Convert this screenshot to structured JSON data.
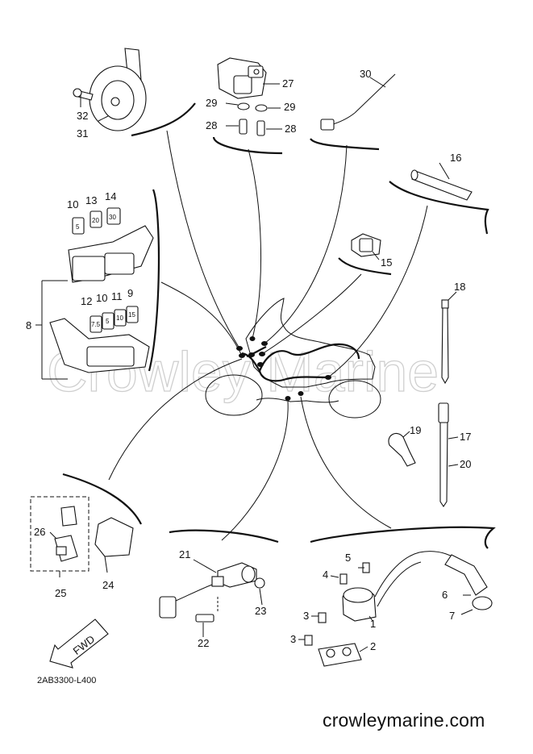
{
  "watermark": "Crowley Marine",
  "diagram_code": "2AB3300-L400",
  "site_footer": "crowleymarine.com",
  "fwd_label": "FWD",
  "callouts": {
    "c1": "1",
    "c2": "2",
    "c3a": "3",
    "c3b": "3",
    "c4": "4",
    "c5": "5",
    "c6": "6",
    "c7": "7",
    "c8": "8",
    "c9": "9",
    "c10a": "10",
    "c10b": "10",
    "c11": "11",
    "c12": "12",
    "c13": "13",
    "c14": "14",
    "c15": "15",
    "c16": "16",
    "c17": "17",
    "c18": "18",
    "c19": "19",
    "c20": "20",
    "c21": "21",
    "c22": "22",
    "c23": "23",
    "c24": "24",
    "c25": "25",
    "c26": "26",
    "c27": "27",
    "c28a": "28",
    "c28b": "28",
    "c29a": "29",
    "c29b": "29",
    "c30": "30",
    "c31": "31",
    "c32": "32"
  },
  "fuse_ratings": {
    "f10": "5",
    "f13": "20",
    "f14": "30",
    "f12": "7.5",
    "f10b": "5",
    "f11": "10",
    "f9": "15"
  }
}
